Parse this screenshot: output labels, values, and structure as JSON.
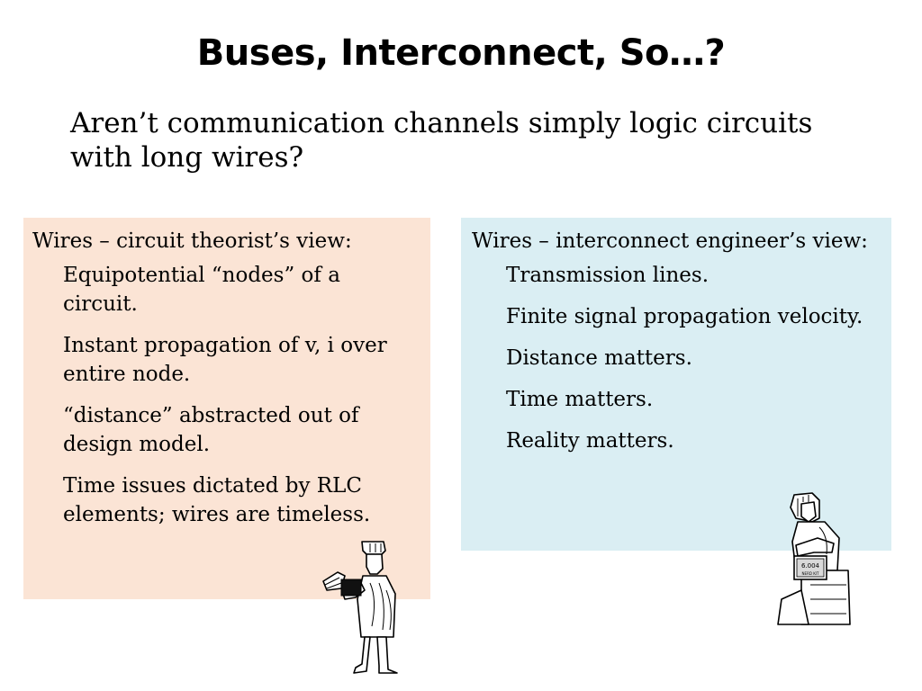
{
  "slide": {
    "title": "Buses, Interconnect, So…?",
    "subtitle": "Aren’t communication channels simply logic circuits with long wires?"
  },
  "left_box": {
    "heading": "Wires – circuit theorist’s view:",
    "points": [
      "Equipotential “nodes” of a circuit.",
      "Instant propagation of v, i over entire node.",
      "“distance” abstracted out of design model.",
      "Time issues dictated by RLC elements; wires are timeless."
    ],
    "background": "#fbe4d5"
  },
  "right_box": {
    "heading": "Wires – interconnect engineer’s view:",
    "points": [
      "Transmission lines.",
      "Finite signal propagation velocity.",
      "Distance matters.",
      "Time matters.",
      "Reality matters."
    ],
    "background": "#daeef3"
  },
  "figures": {
    "left_icon": "pharaoh-scribe-icon",
    "right_icon": "seated-scholar-icon",
    "right_tablet_text": "6.004",
    "right_tablet_subtext": "NERD KIT"
  }
}
